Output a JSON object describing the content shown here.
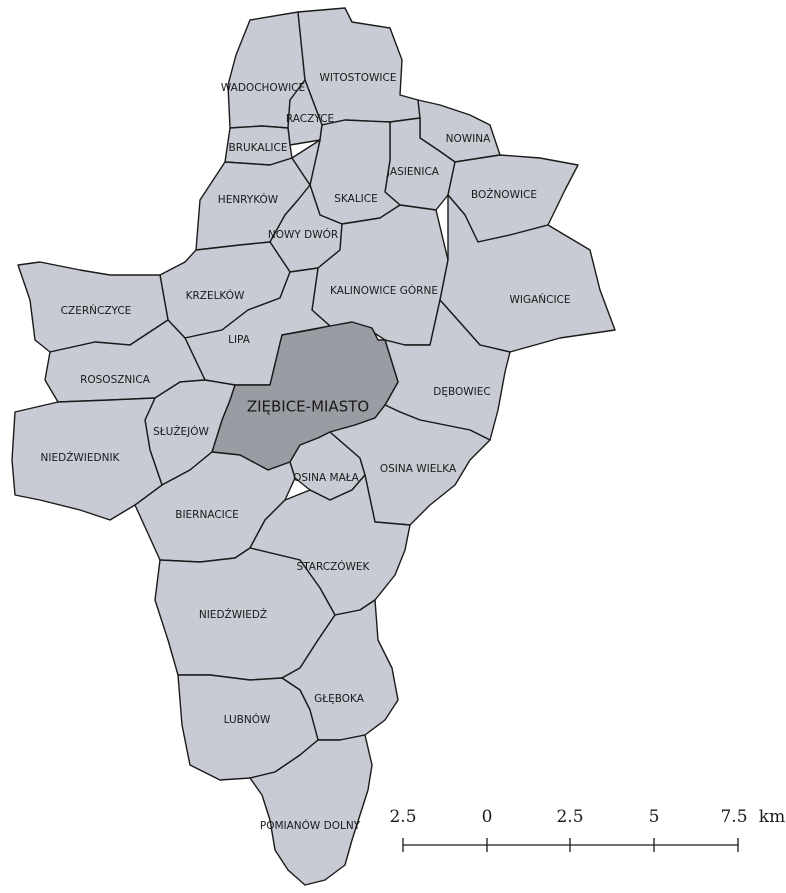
{
  "colors": {
    "region_fill": "#c8cbd3",
    "highlight_fill": "#9a9ca3",
    "border": "#1a1a1a",
    "background": "#ffffff"
  },
  "regions": [
    {
      "id": "wadochowice",
      "label": "WADOCHOWICE"
    },
    {
      "id": "witostowice",
      "label": "WITOSTOWICE"
    },
    {
      "id": "raczyce",
      "label": "RACZYCE"
    },
    {
      "id": "nowina",
      "label": "NOWINA"
    },
    {
      "id": "brukalice",
      "label": "BRUKALICE"
    },
    {
      "id": "jasienica",
      "label": "JASIENICA"
    },
    {
      "id": "boznowice",
      "label": "BOŻNOWICE"
    },
    {
      "id": "henrykow",
      "label": "HENRYKÓW"
    },
    {
      "id": "skalice",
      "label": "SKALICE"
    },
    {
      "id": "nowy-dwor",
      "label": "NOWY DWÓR"
    },
    {
      "id": "krzelkow",
      "label": "KRZELKÓW"
    },
    {
      "id": "kalinowice-gorne",
      "label": "KALINOWICE GÓRNE"
    },
    {
      "id": "wigancice",
      "label": "WIGAŃCICE"
    },
    {
      "id": "czernczyce",
      "label": "CZERŃCZYCE"
    },
    {
      "id": "lipa",
      "label": "LIPA"
    },
    {
      "id": "rososznica",
      "label": "ROSOSZNICA"
    },
    {
      "id": "debowiec",
      "label": "DĘBOWIEC"
    },
    {
      "id": "ziebice-miasto",
      "label": "ZIĘBICE-MIASTO"
    },
    {
      "id": "sluzejow",
      "label": "SŁUŻEJÓW"
    },
    {
      "id": "niedzwiednik",
      "label": "NIEDŹWIEDNIK"
    },
    {
      "id": "osina-mala",
      "label": "OSINA MAŁA"
    },
    {
      "id": "osina-wielka",
      "label": "OSINA WIELKA"
    },
    {
      "id": "biernacice",
      "label": "BIERNACICE"
    },
    {
      "id": "starczowek",
      "label": "STARCZÓWEK"
    },
    {
      "id": "niedzwiedz",
      "label": "NIEDŹWIEDŹ"
    },
    {
      "id": "gleboka",
      "label": "GŁĘBOKA"
    },
    {
      "id": "lubnow",
      "label": "LUBNÓW"
    },
    {
      "id": "pomianow-dolny",
      "label": "POMIANÓW DOLNY"
    }
  ],
  "highlighted_region": "ziebice-miasto",
  "scale_bar": {
    "ticks": [
      "2.5",
      "0",
      "2.5",
      "5",
      "7.5"
    ],
    "unit": "km"
  }
}
